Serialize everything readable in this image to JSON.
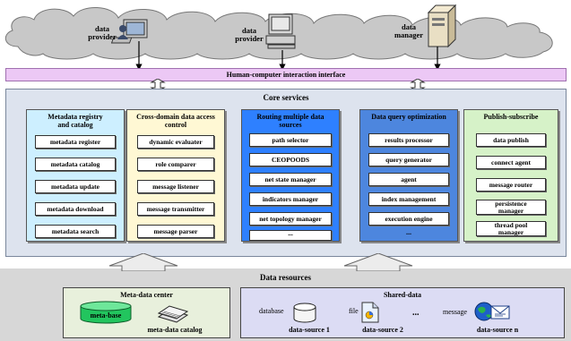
{
  "cloud": {
    "providers": [
      {
        "label": "data\nprovider"
      },
      {
        "label": "data\nprovider"
      }
    ],
    "manager": {
      "label": "data\nmanager"
    }
  },
  "hci": {
    "label": "Human-computer interaction interface"
  },
  "core": {
    "title": "Core services",
    "services": [
      {
        "title": "Metadata registry\nand catalog",
        "color": "#cdefff",
        "modules": [
          "metadata register",
          "metadata catalog",
          "metadata update",
          "metadata download",
          "metadata search"
        ]
      },
      {
        "title": "Cross-domain data access\ncontrol",
        "color": "#fff8d4",
        "modules": [
          "dynamic evaluater",
          "role comparer",
          "message listener",
          "message transmitter",
          "message parser"
        ]
      },
      {
        "title": "Routing multiple data\nsources",
        "color": "#2e80ff",
        "modules": [
          "path selector",
          "CEOPOODS",
          "net state manager",
          "indicators manager",
          "net topology manager",
          "..."
        ]
      },
      {
        "title": "Data query optimization",
        "color": "#4d86de",
        "modules": [
          "results processor",
          "query generator",
          "agent",
          "index management",
          "execution engine",
          "..."
        ]
      },
      {
        "title": "Publish-subscribe",
        "color": "#d6f2c8",
        "modules": [
          "data publish",
          "connect agent",
          "message router",
          "persistence\nmanager",
          "thread pool\nmanager"
        ]
      }
    ]
  },
  "resources": {
    "title": "Data resources",
    "meta_center": {
      "title": "Meta-data center",
      "base_label": "meta-base",
      "catalog_label": "meta-data catalog"
    },
    "shared": {
      "title": "Shared-data",
      "database_label": "database",
      "source1": "data-source 1",
      "file_label": "file",
      "source2": "data-source 2",
      "ellipsis": "...",
      "message_label": "message",
      "sourcen": "data-source n"
    }
  },
  "colors": {
    "hci_bg": "#ecc8f5",
    "core_bg": "#dde3ee",
    "resources_bg": "#d7d7d7",
    "meta_base": "#22c55e"
  },
  "icons": [
    "cloud-icon",
    "person-icon",
    "monitor-icon",
    "server-icon",
    "cylinder-icon",
    "stack-icon",
    "file-icon",
    "globe-icon"
  ]
}
